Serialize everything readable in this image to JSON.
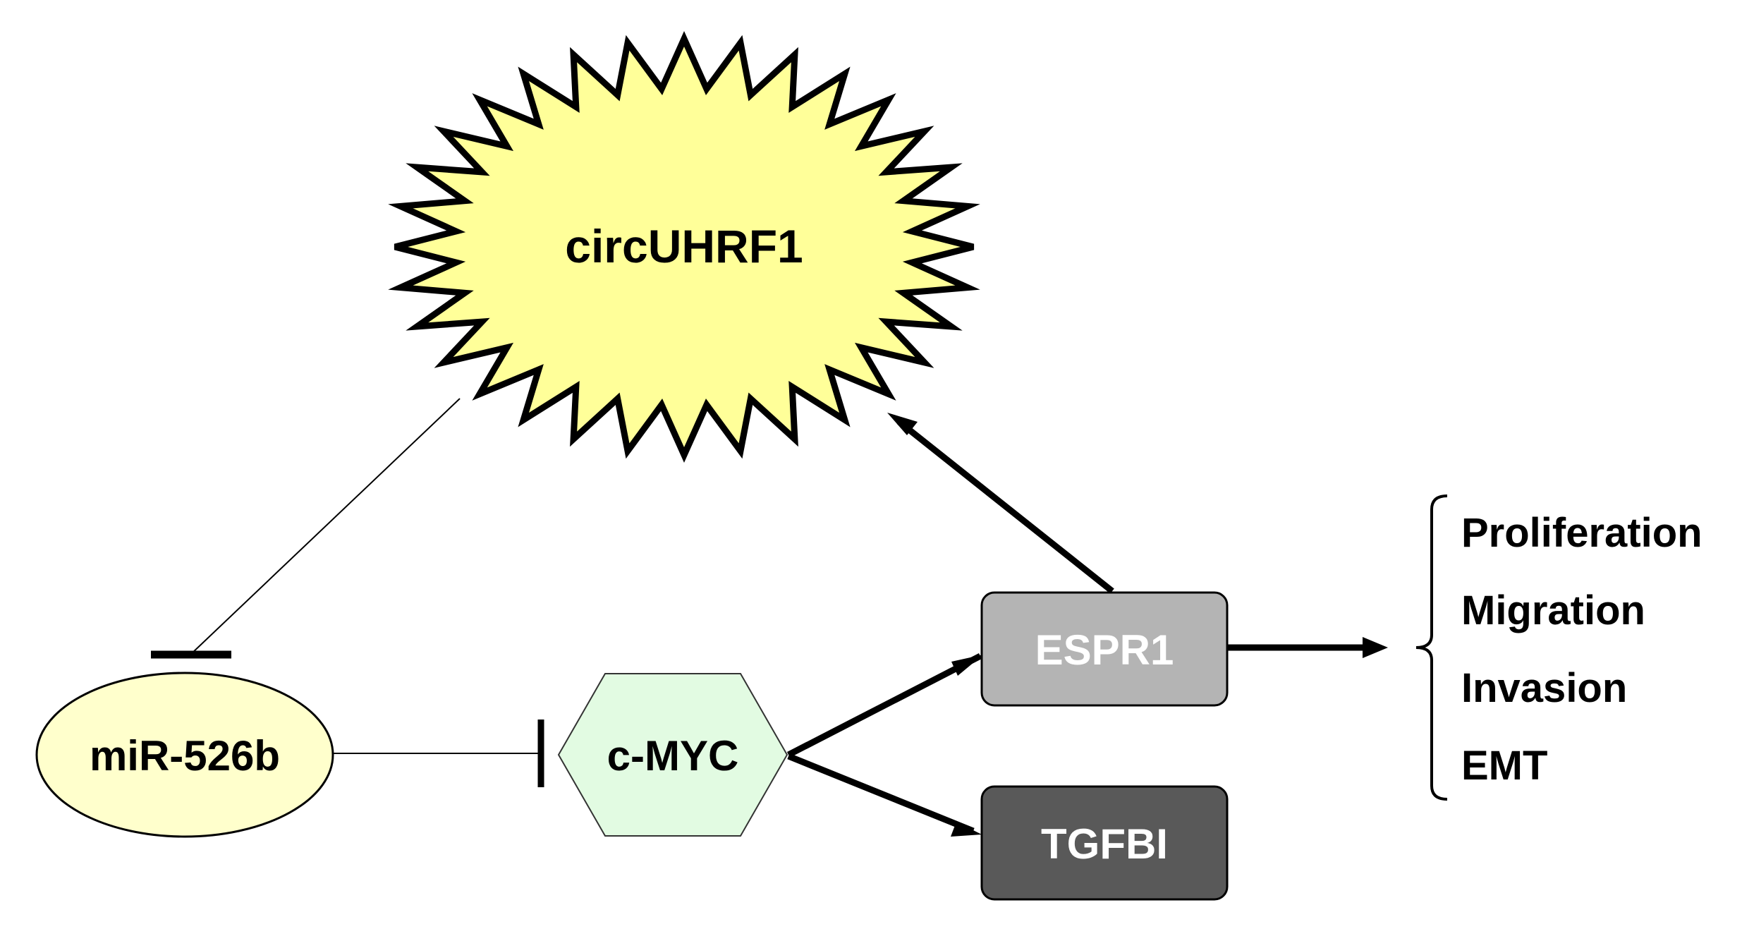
{
  "nodes": {
    "circ": {
      "label": "circUHRF1",
      "fill": "#ffff99"
    },
    "mir": {
      "label": "miR-526b",
      "fill": "#ffffcc"
    },
    "myc": {
      "label": "c-MYC",
      "fill": "#e2fbe2"
    },
    "espr1": {
      "label": "ESPR1",
      "fill": "#b4b4b4",
      "text_color": "#ffffff"
    },
    "tgfbi": {
      "label": "TGFBI",
      "fill": "#595959",
      "text_color": "#ffffff"
    }
  },
  "outcomes": [
    "Proliferation",
    "Migration",
    "Invasion",
    "EMT"
  ],
  "edges": [
    {
      "from": "circ",
      "to": "mir",
      "type": "inhibition"
    },
    {
      "from": "mir",
      "to": "myc",
      "type": "inhibition"
    },
    {
      "from": "myc",
      "to": "espr1",
      "type": "activation"
    },
    {
      "from": "myc",
      "to": "tgfbi",
      "type": "activation"
    },
    {
      "from": "espr1",
      "to": "circ",
      "type": "activation"
    },
    {
      "from": "espr1",
      "to": "outcomes",
      "type": "activation"
    }
  ]
}
